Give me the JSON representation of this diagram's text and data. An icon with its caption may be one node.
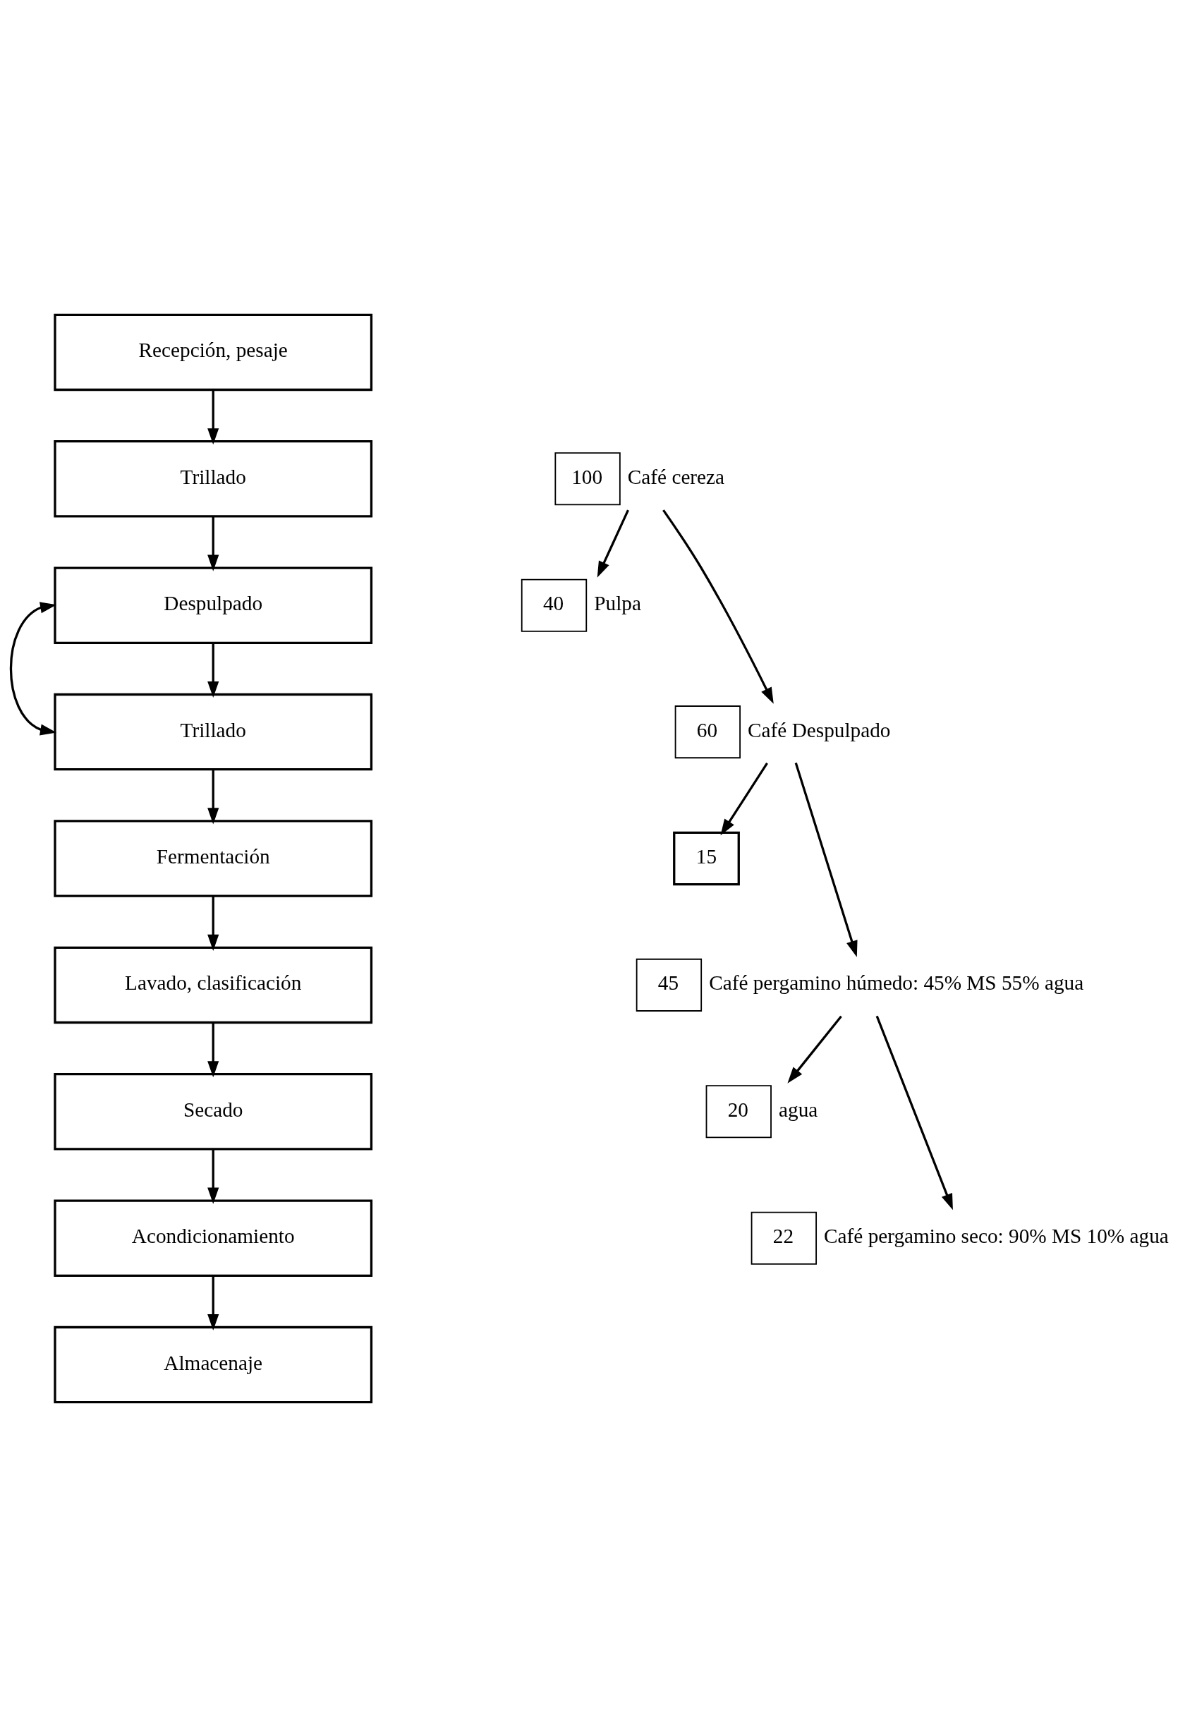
{
  "diagram": {
    "nodes": [
      {
        "text": [
          "Recepción, pesaje"
        ]
      },
      {
        "text": [
          "Trillado"
        ]
      },
      {
        "text": [
          "Despulpado"
        ]
      },
      {
        "text": [
          "Trillado"
        ]
      },
      {
        "text": [
          "Fermentación"
        ]
      },
      {
        "text": [
          "Lavado, clasificación"
        ]
      },
      {
        "text": [
          "Secado"
        ]
      },
      {
        "text": [
          "Acondicionamiento"
        ]
      },
      {
        "text": [
          "Almacenaje"
        ]
      },
      {
        "text": [
          "100"
        ],
        "beside": [
          "Café cereza"
        ]
      },
      {
        "text": [
          "40"
        ],
        "beside": [
          "Pulpa"
        ]
      },
      {
        "text": [
          "60"
        ],
        "beside": [
          "Café Despulpado"
        ]
      },
      {
        "text": [
          "15"
        ]
      },
      {
        "text": [
          "45"
        ],
        "beside": [
          "Café pergamino húmedo: 45% MS 55% agua"
        ]
      },
      {
        "text": [
          "20"
        ],
        "beside": [
          "agua"
        ]
      },
      {
        "text": [
          "22"
        ],
        "beside": [
          "Café pergamino seco: 90% MS 10% agua"
        ]
      }
    ],
    "edges": [
      {
        "from": 0,
        "to": 1,
        "arrow": "to"
      },
      {
        "from": 1,
        "to": 2,
        "arrow": "to"
      },
      {
        "from": 2,
        "to": 3,
        "arrow": "to"
      },
      {
        "from": 2,
        "to": 3,
        "arrow": "both"
      },
      {
        "from": 3,
        "to": 4,
        "arrow": "to"
      },
      {
        "from": 4,
        "to": 5,
        "arrow": "to"
      },
      {
        "from": 5,
        "to": 6,
        "arrow": "to"
      },
      {
        "from": 6,
        "to": 7,
        "arrow": "to"
      },
      {
        "from": 7,
        "to": 8,
        "arrow": "to"
      },
      {
        "from": 9,
        "to": 10,
        "arrow": "to"
      },
      {
        "from": 9,
        "to": 11,
        "arrow": "to"
      },
      {
        "from": 11,
        "to": 12,
        "arrow": "to"
      },
      {
        "from": 11,
        "to": 13,
        "arrow": "to"
      },
      {
        "from": 13,
        "to": 14,
        "arrow": "to"
      },
      {
        "from": 13,
        "to": 15,
        "arrow": "to"
      }
    ]
  }
}
